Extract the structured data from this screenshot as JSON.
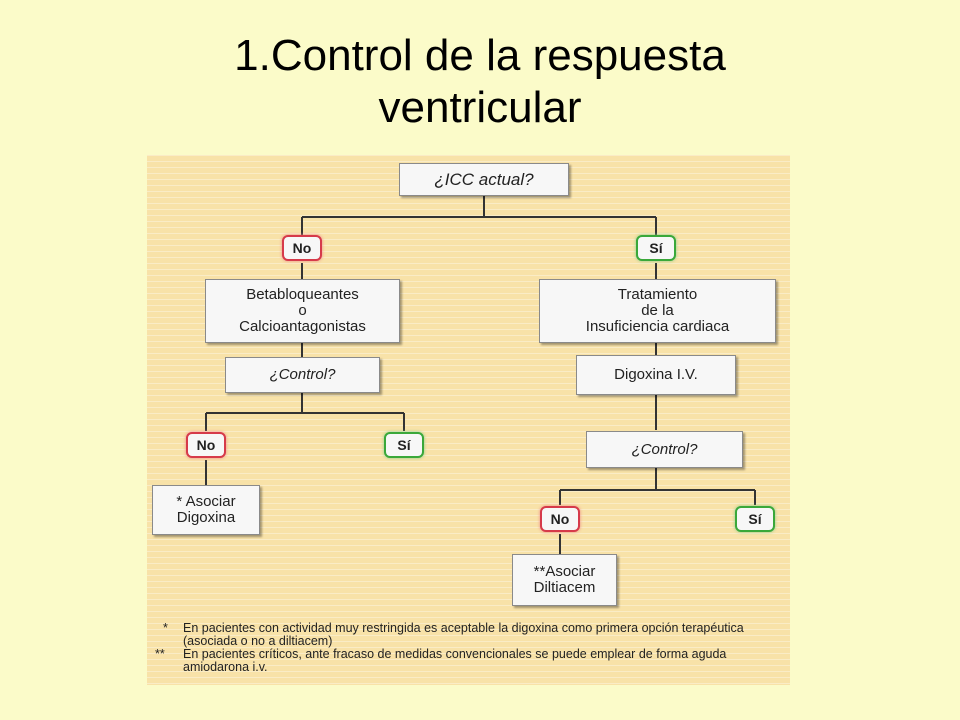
{
  "title": {
    "line1": "1.Control de la respuesta",
    "line2": "ventricular"
  },
  "flowchart": {
    "root": "¿ICC actual?",
    "no_branch": {
      "label": "No",
      "step1": "Betabloqueantes\no\nCalcioantagonistas",
      "question": "¿Control?",
      "no_label": "No",
      "si_label": "Sí",
      "action": "* Asociar\nDigoxina"
    },
    "si_branch": {
      "label": "Sí",
      "step1": "Tratamiento\nde la\nInsuficiencia cardiaca",
      "step2": "Digoxina I.V.",
      "question": "¿Control?",
      "no_label": "No",
      "si_label": "Sí",
      "action": "**Asociar\nDiltiacem"
    }
  },
  "footnotes": [
    {
      "marker": "*",
      "text": "En pacientes con actividad muy restringida es aceptable la digoxina como primera opción terapéutica (asociada o no a diltiacem)"
    },
    {
      "marker": "**",
      "text": "En pacientes críticos, ante fracaso de medidas convencionales se puede emplear de forma aguda amiodarona i.v."
    }
  ],
  "colors": {
    "background": "#fbfbc9",
    "panel": "#f8e2a8",
    "no_border": "#d63a4a",
    "si_border": "#3aa83a"
  }
}
